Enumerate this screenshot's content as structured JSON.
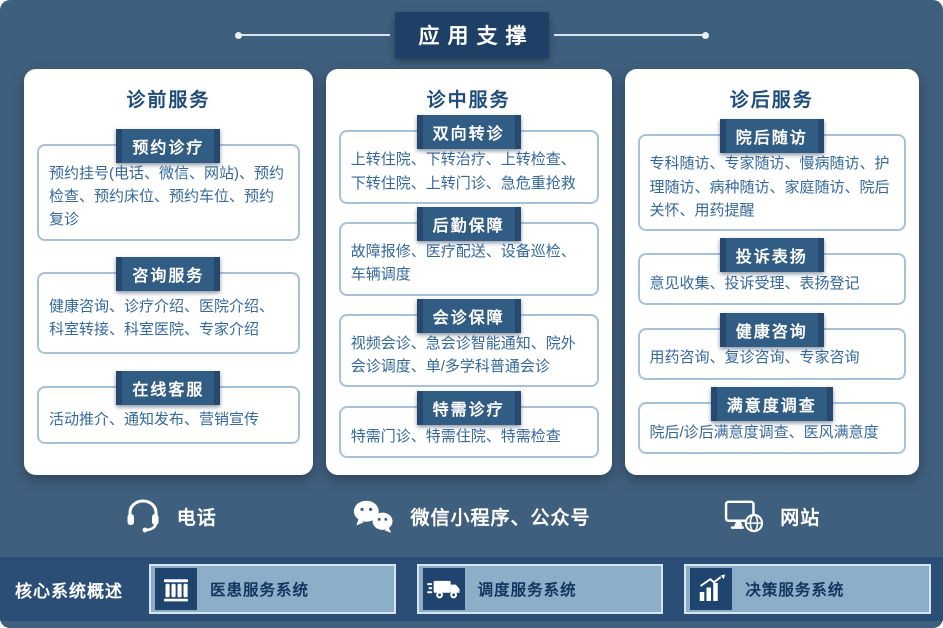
{
  "title": "应用支撑",
  "columns": [
    {
      "title": "诊前服务",
      "sections": [
        {
          "header": "预约诊疗",
          "body": "预约挂号(电话、微信、网站)、预约检查、预约床位、预约车位、预约复诊"
        },
        {
          "header": "咨询服务",
          "body": "健康咨询、诊疗介绍、医院介绍、科室转接、科室医院、专家介绍"
        },
        {
          "header": "在线客服",
          "body": "活动推介、通知发布、营销宣传"
        }
      ]
    },
    {
      "title": "诊中服务",
      "sections": [
        {
          "header": "双向转诊",
          "body": "上转住院、下转治疗、上转检查、下转住院、上转门诊、急危重抢救"
        },
        {
          "header": "后勤保障",
          "body": "故障报修、医疗配送、设备巡检、车辆调度"
        },
        {
          "header": "会诊保障",
          "body": "视频会诊、急会诊智能通知、院外会诊调度、单/多学科普通会诊"
        },
        {
          "header": "特需诊疗",
          "body": "特需门诊、特需住院、特需检查"
        }
      ]
    },
    {
      "title": "诊后服务",
      "sections": [
        {
          "header": "院后随访",
          "body": "专科随访、专家随访、慢病随访、护理随访、病种随访、家庭随访、院后关怀、用药提醒"
        },
        {
          "header": "投诉表扬",
          "body": "意见收集、投诉受理、表扬登记"
        },
        {
          "header": "健康咨询",
          "body": "用药咨询、复诊咨询、专家咨询"
        },
        {
          "header": "满意度调查",
          "body": "院后/诊后满意度调查、医风满意度"
        }
      ]
    }
  ],
  "channels": [
    {
      "icon": "headset-icon",
      "label": "电话"
    },
    {
      "icon": "wechat-icon",
      "label": "微信小程序、公众号"
    },
    {
      "icon": "website-icon",
      "label": "网站"
    }
  ],
  "footer": {
    "title": "核心系统概述",
    "systems": [
      {
        "icon": "hospital-building-icon",
        "label": "医患服务系统"
      },
      {
        "icon": "delivery-truck-icon",
        "label": "调度服务系统"
      },
      {
        "icon": "bar-chart-icon",
        "label": "决策服务系统"
      }
    ]
  },
  "colors": {
    "background": "#3F5F7E",
    "title_box": "#1F4066",
    "badge": "#315C84",
    "card": "#FFFFFF",
    "section_border": "#A6C1DA",
    "column_title_text": "#1D4C7C",
    "body_text": "#34689E",
    "footer_bar": "#2B4E77",
    "system_box_fill": "#8CAEC9",
    "system_box_border": "#D6E4F0",
    "icon_square": "#1F446D"
  }
}
